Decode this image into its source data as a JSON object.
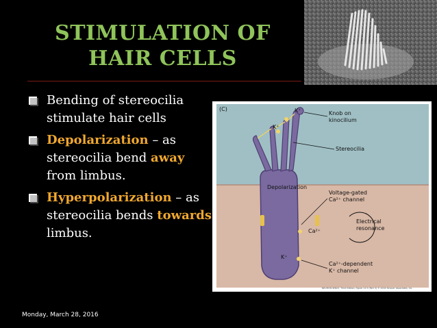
{
  "slide": {
    "title_line1": "STIMULATION OF",
    "title_line2": "HAIR CELLS",
    "bullets": [
      {
        "parts": [
          "Bending of stereocilia stimulate hair cells"
        ]
      },
      {
        "highlight": "Depolarization",
        "text1": " – as stereocilia bend ",
        "highlight2": "away",
        "text2": " from limbus."
      },
      {
        "highlight": "Hyperpolarization",
        "text1": " – as stereocilia bends ",
        "highlight2": "towards",
        "text2": " limbus."
      }
    ],
    "date": "Monday, March 28, 2016"
  },
  "figure": {
    "panel_label": "(C)",
    "labels": {
      "k_plus_top": "K⁺",
      "k_plus_left": "K⁺",
      "knob": "Knob on",
      "knob2": "kinocilium",
      "stereocilia": "Stereocilia",
      "depolarization": "Depolarization",
      "vgc1": "Voltage-gated",
      "vgc2": "Ca²⁺ channel",
      "ca": "Ca²⁺",
      "electrical1": "Electrical",
      "electrical2": "resonance",
      "kplus_bottom": "K⁺",
      "cadep1": "Ca²⁺-dependent",
      "cadep2": "K⁺ channel",
      "credit": "NEUROSCIENCE, Third Edition, Figure 13.5 (Part 3) © 2004 Sinauer Associates, Inc."
    }
  },
  "colors": {
    "title": "#8fc45a",
    "highlight": "#f0a830",
    "rule": "#7a1b14",
    "fluid_top": "#9fbfc4",
    "fluid_bottom": "#d8b8a6",
    "cell": "#7a6aa0"
  }
}
